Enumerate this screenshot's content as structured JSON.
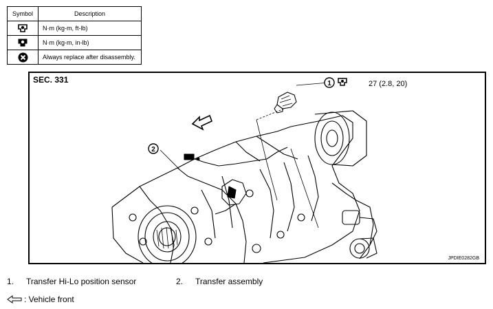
{
  "legend": {
    "header_symbol": "Symbol",
    "header_description": "Description",
    "rows": [
      {
        "icon": "torque-nm-kgm-ftlb-icon",
        "description": "N·m (kg-m, ft-lb)"
      },
      {
        "icon": "torque-nm-kgm-inlb-icon",
        "description": "N·m (kg-m, in-lb)"
      },
      {
        "icon": "always-replace-icon",
        "description": "Always replace after disassembly."
      }
    ]
  },
  "figure": {
    "section": "SEC. 331",
    "callout_1": "1",
    "callout_2": "2",
    "torque_spec": "27 (2.8, 20)",
    "code": "JPDIE0282GB"
  },
  "parts": [
    {
      "number": "1.",
      "label": "Transfer Hi-Lo position sensor"
    },
    {
      "number": "2.",
      "label": "Transfer assembly"
    }
  ],
  "vehicle_front": ": Vehicle front"
}
